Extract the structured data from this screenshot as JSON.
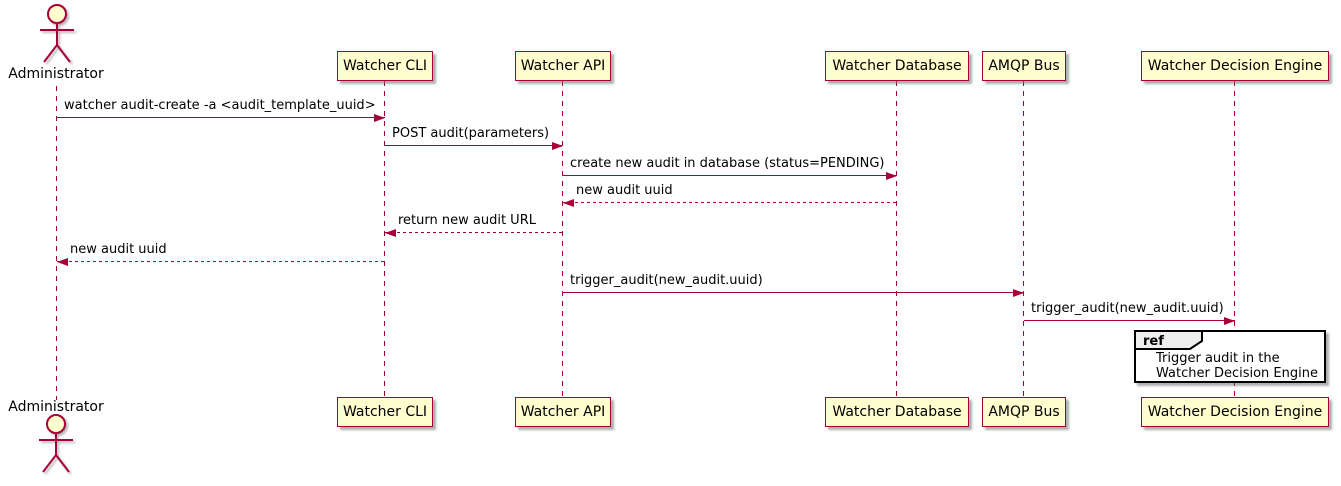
{
  "diagram": {
    "type": "uml-sequence-diagram",
    "colors": {
      "line": "#A80036",
      "participant_fill": "#FEFECE",
      "participant_border": "#A80036",
      "text": "#000000",
      "background": "#FFFFFF",
      "ref_border": "#000000",
      "ref_fill": "#FFFFFF",
      "ref_tab_fill": "#EEEEEE"
    },
    "actor": {
      "name": "Administrator"
    },
    "participants": [
      {
        "name": "Watcher CLI"
      },
      {
        "name": "Watcher API"
      },
      {
        "name": "Watcher Database"
      },
      {
        "name": "AMQP Bus"
      },
      {
        "name": "Watcher Decision Engine"
      }
    ],
    "messages": [
      {
        "from": "Administrator",
        "to": "Watcher CLI",
        "label": "watcher audit-create -a <audit_template_uuid>",
        "line": "solid",
        "direction": "right"
      },
      {
        "from": "Watcher CLI",
        "to": "Watcher API",
        "label": "POST audit(parameters)",
        "line": "solid",
        "direction": "right"
      },
      {
        "from": "Watcher API",
        "to": "Watcher Database",
        "label": "create new audit in database (status=PENDING)",
        "line": "solid",
        "direction": "right"
      },
      {
        "from": "Watcher Database",
        "to": "Watcher API",
        "label": "new audit uuid",
        "line": "dashed",
        "direction": "left"
      },
      {
        "from": "Watcher API",
        "to": "Watcher CLI",
        "label": "return new audit URL",
        "line": "dashed",
        "direction": "left"
      },
      {
        "from": "Watcher CLI",
        "to": "Administrator",
        "label": "new audit uuid",
        "line": "dashed",
        "direction": "left"
      },
      {
        "from": "Watcher API",
        "to": "AMQP Bus",
        "label": "trigger_audit(new_audit.uuid)",
        "line": "solid",
        "direction": "right"
      },
      {
        "from": "AMQP Bus",
        "to": "Watcher Decision Engine",
        "label": "trigger_audit(new_audit.uuid)",
        "line": "solid",
        "direction": "right"
      }
    ],
    "ref": {
      "keyword": "ref",
      "lines": [
        "Trigger audit in the",
        "Watcher Decision Engine"
      ]
    }
  }
}
